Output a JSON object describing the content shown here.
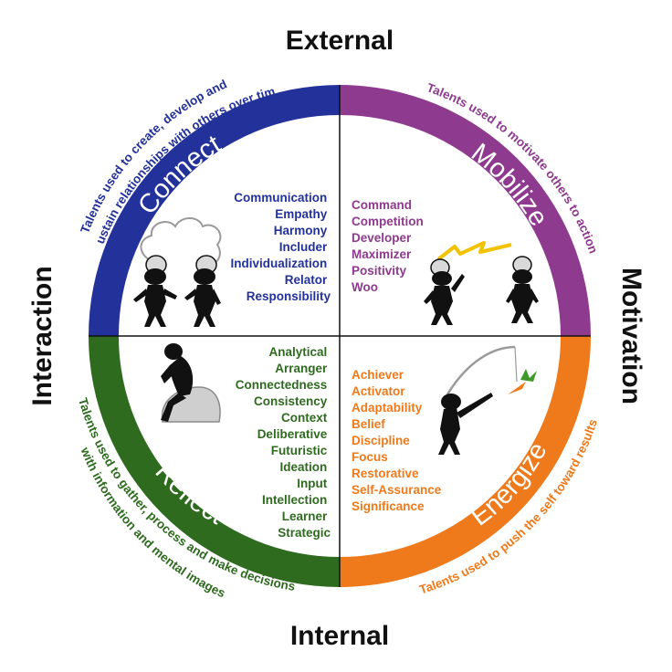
{
  "axes": {
    "top": "External",
    "bottom": "Internal",
    "left": "Interaction",
    "right": "Motivation"
  },
  "colors": {
    "connect": "#23319a",
    "mobilize": "#8e3a8e",
    "reflect": "#2e6b1f",
    "energize": "#ee7a1c",
    "divider": "#111111"
  },
  "quadrants": {
    "connect": {
      "title": "Connect",
      "description": "Talents used to create, develop and sustain relationships with others over time",
      "description_lines": [
        "Talents used to create, develop and",
        "sustain relationships with others over time"
      ],
      "talents": [
        "Communication",
        "Empathy",
        "Harmony",
        "Includer",
        "Individualization",
        "Relator",
        "Responsibility"
      ]
    },
    "mobilize": {
      "title": "Mobilize",
      "description": "Talents used to motivate others to action",
      "talents": [
        "Command",
        "Competition",
        "Developer",
        "Maximizer",
        "Positivity",
        "Woo"
      ]
    },
    "reflect": {
      "title": "Reflect",
      "description": "Talents used to gather, process and make decisions with information and mental images",
      "description_lines": [
        "Talents used to gather, process and make decisions",
        "with information and mental images"
      ],
      "talents": [
        "Analytical",
        "Arranger",
        "Connectedness",
        "Consistency",
        "Context",
        "Deliberative",
        "Futuristic",
        "Ideation",
        "Input",
        "Intellection",
        "Learner",
        "Strategic"
      ]
    },
    "energize": {
      "title": "Energize",
      "description": "Talents used to push the self toward results",
      "talents": [
        "Achiever",
        "Activator",
        "Adaptability",
        "Belief",
        "Discipline",
        "Focus",
        "Restorative",
        "Self-Assurance",
        "Significance"
      ]
    }
  },
  "illustrations": {
    "connect": "two-connected-stick-figures-icon",
    "mobilize": "lightning-linked-stick-figures-icon",
    "reflect": "thinker-on-rock-icon",
    "energize": "carrot-on-stick-figure-icon"
  }
}
